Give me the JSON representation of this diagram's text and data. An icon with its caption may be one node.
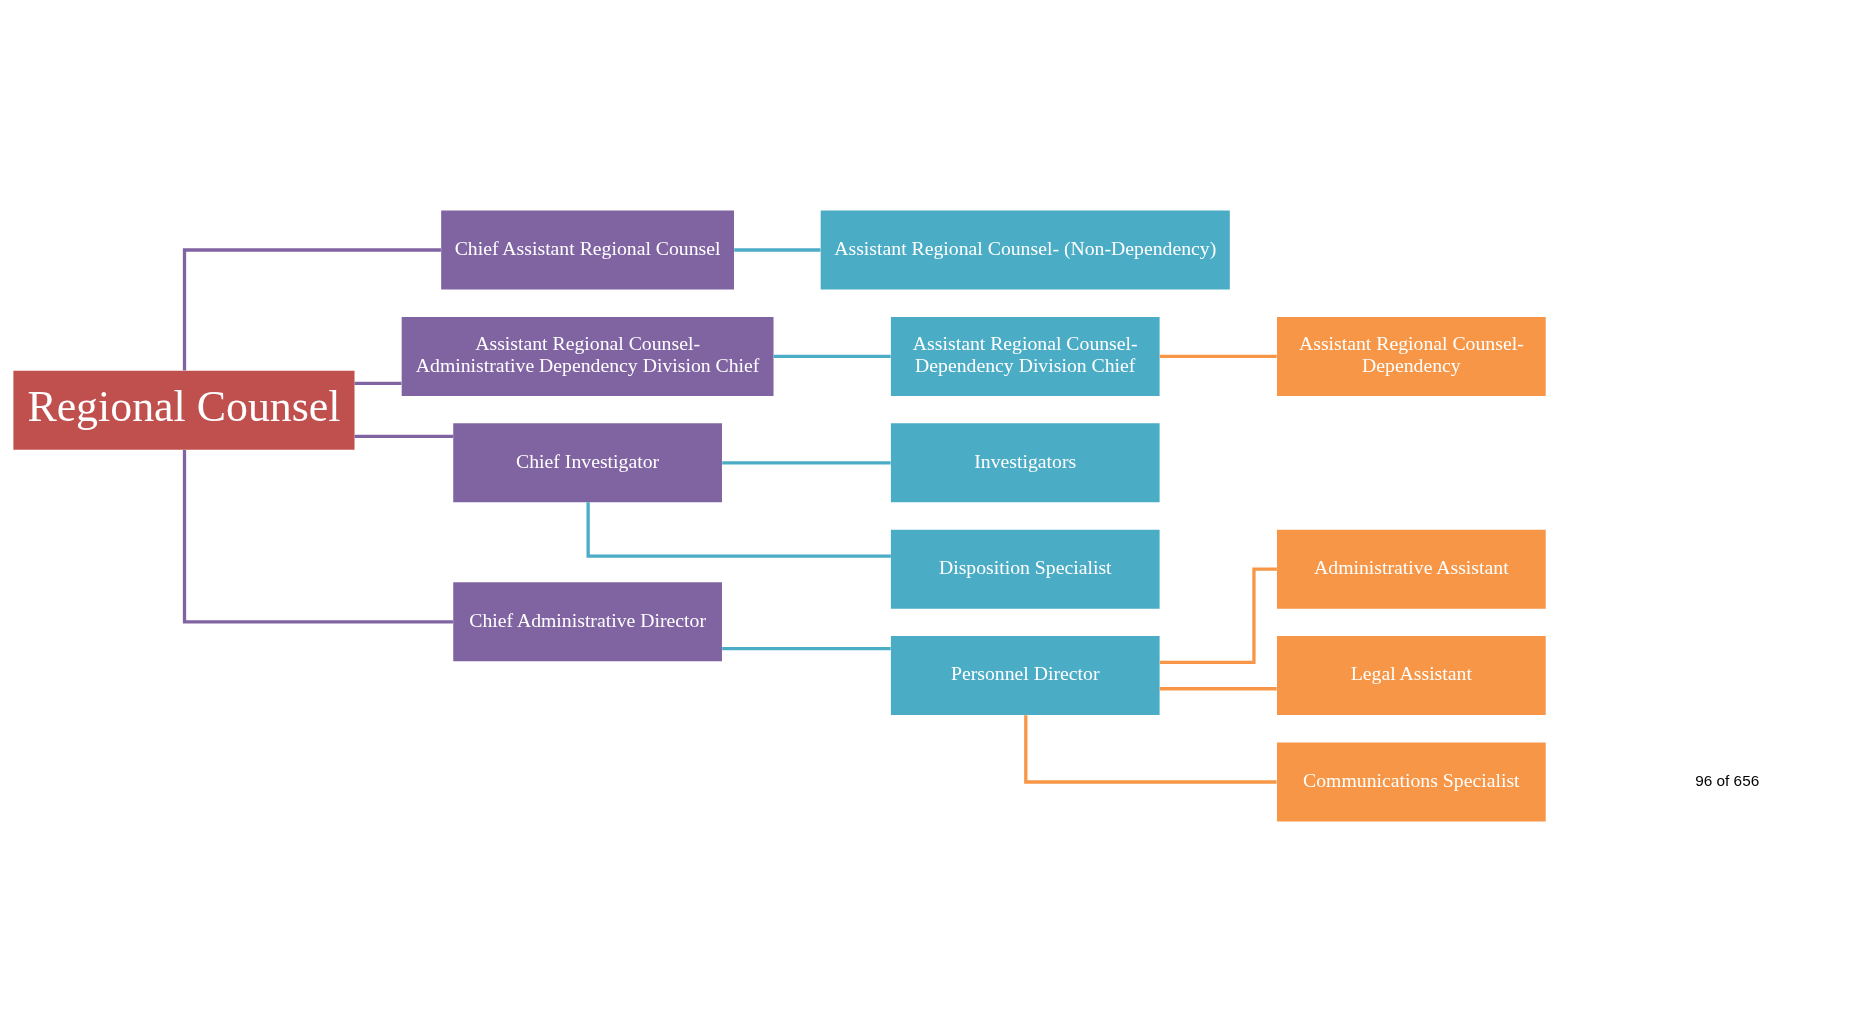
{
  "diagram": {
    "nodes": [
      {
        "text": [
          "Regional Counsel"
        ]
      },
      {
        "text": [
          "Chief Assistant Regional Counsel"
        ]
      },
      {
        "text": [
          "Assistant Regional Counsel-",
          "Administrative Dependency Division Chief"
        ]
      },
      {
        "text": [
          "Chief Investigator"
        ]
      },
      {
        "text": [
          "Chief Administrative Director"
        ]
      },
      {
        "text": [
          "Assistant Regional Counsel- (Non-Dependency)"
        ]
      },
      {
        "text": [
          "Assistant Regional Counsel-",
          "Dependency Division Chief"
        ]
      },
      {
        "text": [
          "Investigators"
        ]
      },
      {
        "text": [
          "Disposition Specialist"
        ]
      },
      {
        "text": [
          "Personnel Director"
        ]
      },
      {
        "text": [
          "Assistant Regional Counsel-",
          "Dependency"
        ]
      },
      {
        "text": [
          "Administrative Assistant"
        ]
      },
      {
        "text": [
          "Legal Assistant"
        ]
      },
      {
        "text": [
          "Communications Specialist"
        ]
      }
    ],
    "edges": [
      {
        "from": 0,
        "to": 1,
        "arrow": "none",
        "color": "#8064a2"
      },
      {
        "from": 0,
        "to": 2,
        "arrow": "none",
        "color": "#8064a2"
      },
      {
        "from": 0,
        "to": 3,
        "arrow": "none",
        "color": "#8064a2"
      },
      {
        "from": 0,
        "to": 4,
        "arrow": "none",
        "color": "#8064a2"
      },
      {
        "from": 1,
        "to": 5,
        "arrow": "none"
      },
      {
        "from": 2,
        "to": 6,
        "arrow": "none"
      },
      {
        "from": 3,
        "to": 7,
        "arrow": "none"
      },
      {
        "from": 3,
        "to": 8,
        "arrow": "none"
      },
      {
        "from": 4,
        "to": 9,
        "arrow": "none"
      },
      {
        "from": 6,
        "to": 10,
        "arrow": "none",
        "color": "#f79646"
      },
      {
        "from": 9,
        "to": 11,
        "arrow": "none",
        "color": "#f79646"
      },
      {
        "from": 9,
        "to": 12,
        "arrow": "none",
        "color": "#f79646"
      },
      {
        "from": 9,
        "to": 13,
        "arrow": "none",
        "color": "#f79646"
      }
    ],
    "labels": [
      "96 of 656"
    ]
  }
}
